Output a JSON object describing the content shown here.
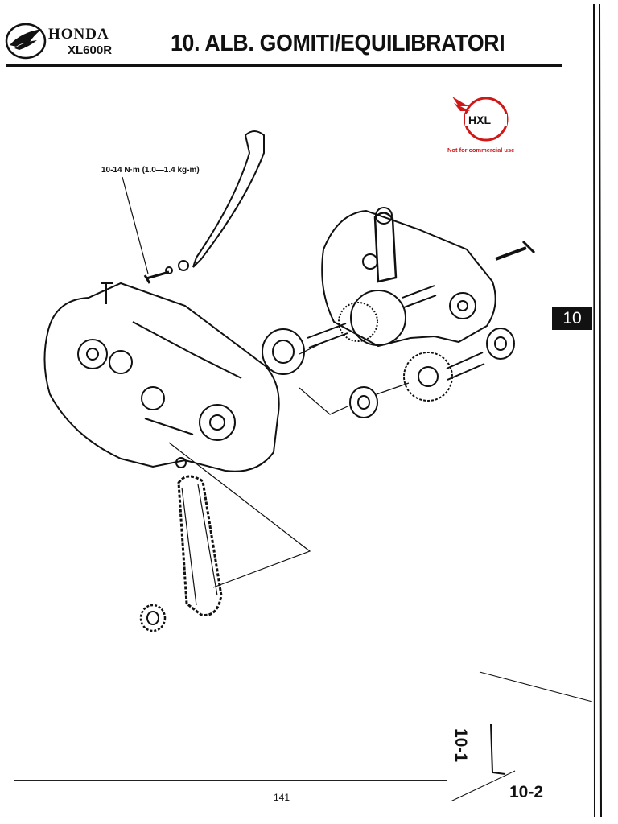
{
  "header": {
    "brand": "HONDA",
    "model": "XL600R",
    "title": "10. ALB. GOMITI/EQUILIBRATORI"
  },
  "watermark": {
    "logo_text": "HXL",
    "notice": "Not for commercial use"
  },
  "figure": {
    "torque_label": "10-14 N·m (1.0—1.4 kg-m)"
  },
  "side_tab": {
    "label": "10"
  },
  "footer": {
    "page_number": "141",
    "section_previous": "10-1",
    "section_current": "10-2"
  },
  "colors": {
    "ink": "#111111",
    "watermark_red": "#d01818"
  }
}
